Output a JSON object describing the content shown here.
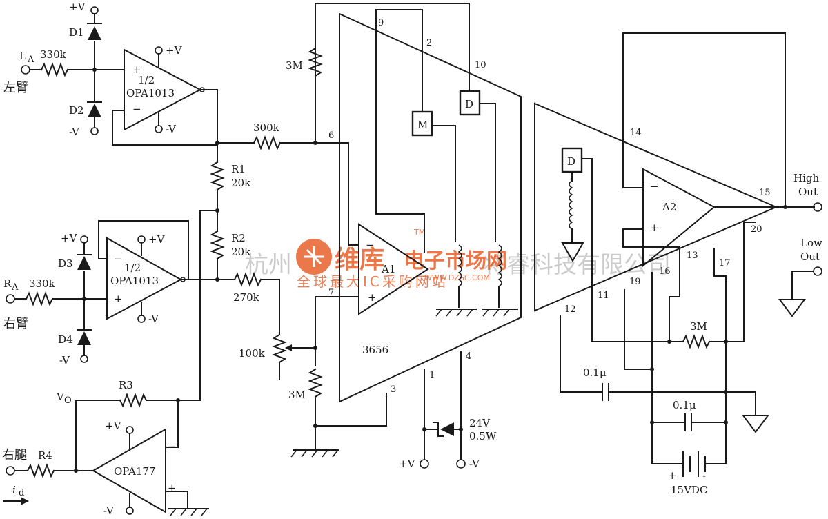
{
  "colors": {
    "ink": "#1a1a1a",
    "watermark_accent": "#e8602a",
    "watermark_gray": "#aaaaaa"
  },
  "inputs": {
    "left_arm_code": "L",
    "left_arm_cn": "左臂",
    "right_arm_code": "R",
    "right_arm_cn": "右臂",
    "right_leg_cn": "右腿",
    "current_label": "i",
    "current_sub": "d",
    "vo_label": "V",
    "vo_sub": "O"
  },
  "opamps": {
    "u1_line1": "1/2",
    "u1_line2": "OPA1013",
    "u2_line1": "1/2",
    "u2_line2": "OPA1013",
    "u3": "OPA177",
    "iso_name": "3656",
    "a1": "A1",
    "a2": "A2"
  },
  "components": {
    "d1": "D1",
    "d2": "D2",
    "d3": "D3",
    "d4": "D4",
    "r330k_left": "330k",
    "r330k_right": "330k",
    "r1_name": "R1",
    "r1_val": "20k",
    "r2_name": "R2",
    "r2_val": "20k",
    "r300k": "300k",
    "r270k": "270k",
    "r3": "R3",
    "r4": "R4",
    "pot": "100k",
    "r3m_top": "3M",
    "r3m_bottom": "3M",
    "r3m_right": "3M",
    "cap1": "0.1μ",
    "cap2": "0.1μ",
    "zener_v": "24V",
    "zener_p": "0.5W",
    "battery": "15VDC"
  },
  "pins": [
    "9",
    "2",
    "10",
    "6",
    "7",
    "3",
    "1",
    "4",
    "14",
    "15",
    "20",
    "13",
    "17",
    "16",
    "19",
    "11",
    "12"
  ],
  "supplies": {
    "pos": "+V",
    "neg": "-V",
    "plus": "+",
    "minus": "−",
    "minus_ascii": "-"
  },
  "blocks": {
    "m": "M",
    "d": "D"
  },
  "outputs": {
    "high_1": "High",
    "high_2": "Out",
    "low_1": "Low",
    "low_2": "Out"
  },
  "watermark": {
    "logo": "维库",
    "brand": "电子市场网",
    "url": "WWW.DZSC.COM",
    "slogan": "全球最大IC采购网站",
    "city": "杭州",
    "company": "将睿科技有限公司",
    "tm": "TM"
  }
}
